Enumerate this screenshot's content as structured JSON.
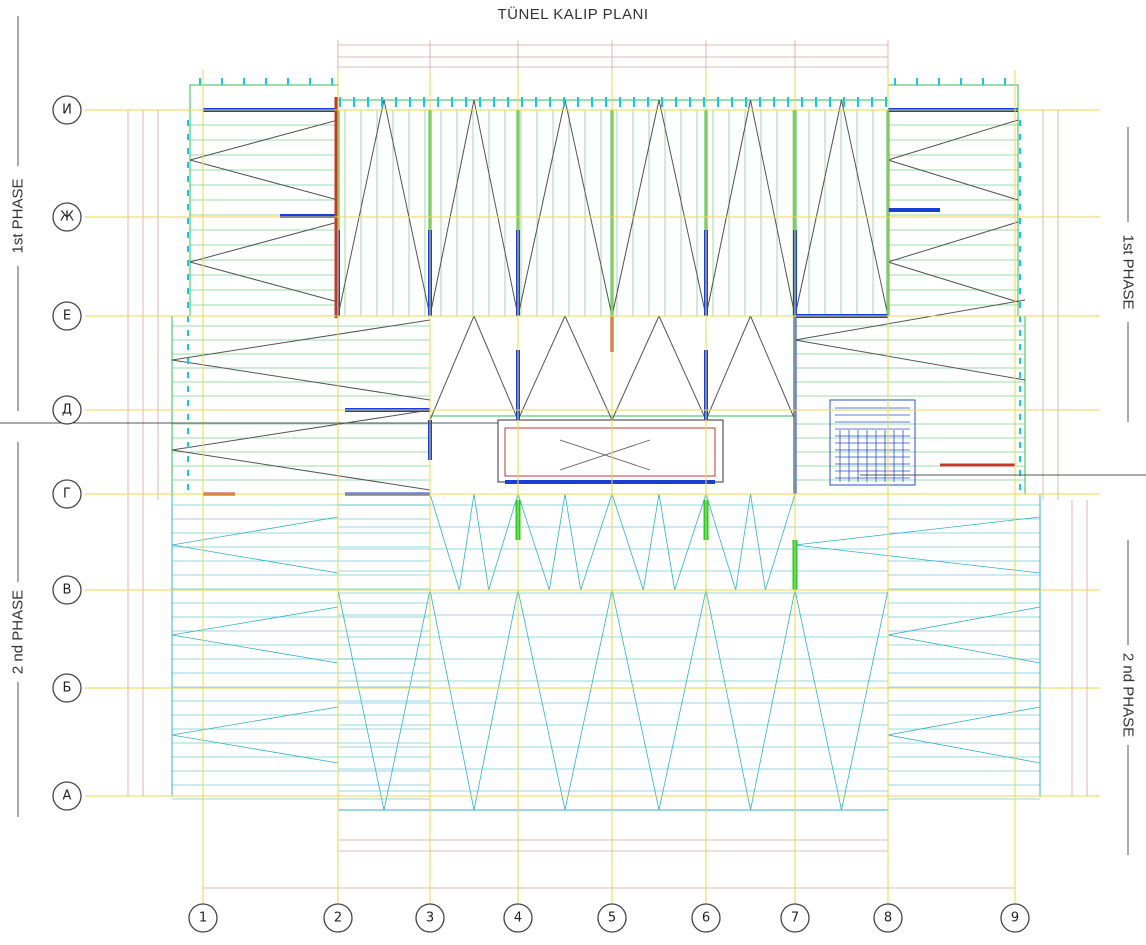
{
  "title": "TÜNEL KALIP PLANI",
  "phase_labels": {
    "left_top": "1st PHASE",
    "left_bottom": "2 nd PHASE",
    "right_top": "1st PHASE",
    "right_bottom": "2 nd PHASE"
  },
  "column_axes": [
    "1",
    "2",
    "3",
    "4",
    "5",
    "6",
    "7",
    "8",
    "9"
  ],
  "row_axes": [
    "И",
    "Ж",
    "Е",
    "Д",
    "Г",
    "В",
    "Б",
    "А"
  ],
  "colors": {
    "grid_axis": "#e8d84a",
    "phase1_lines": "#33bb55",
    "phase2_lines": "#33b0c8",
    "wall_blue": "#1a3fd6",
    "formwork_dark": "#555555",
    "wall_red": "#c0392b",
    "dimension_lines": "#d8a0a0",
    "stair_blue": "#2b4cc9",
    "cyan_marks": "#18c8e0"
  }
}
